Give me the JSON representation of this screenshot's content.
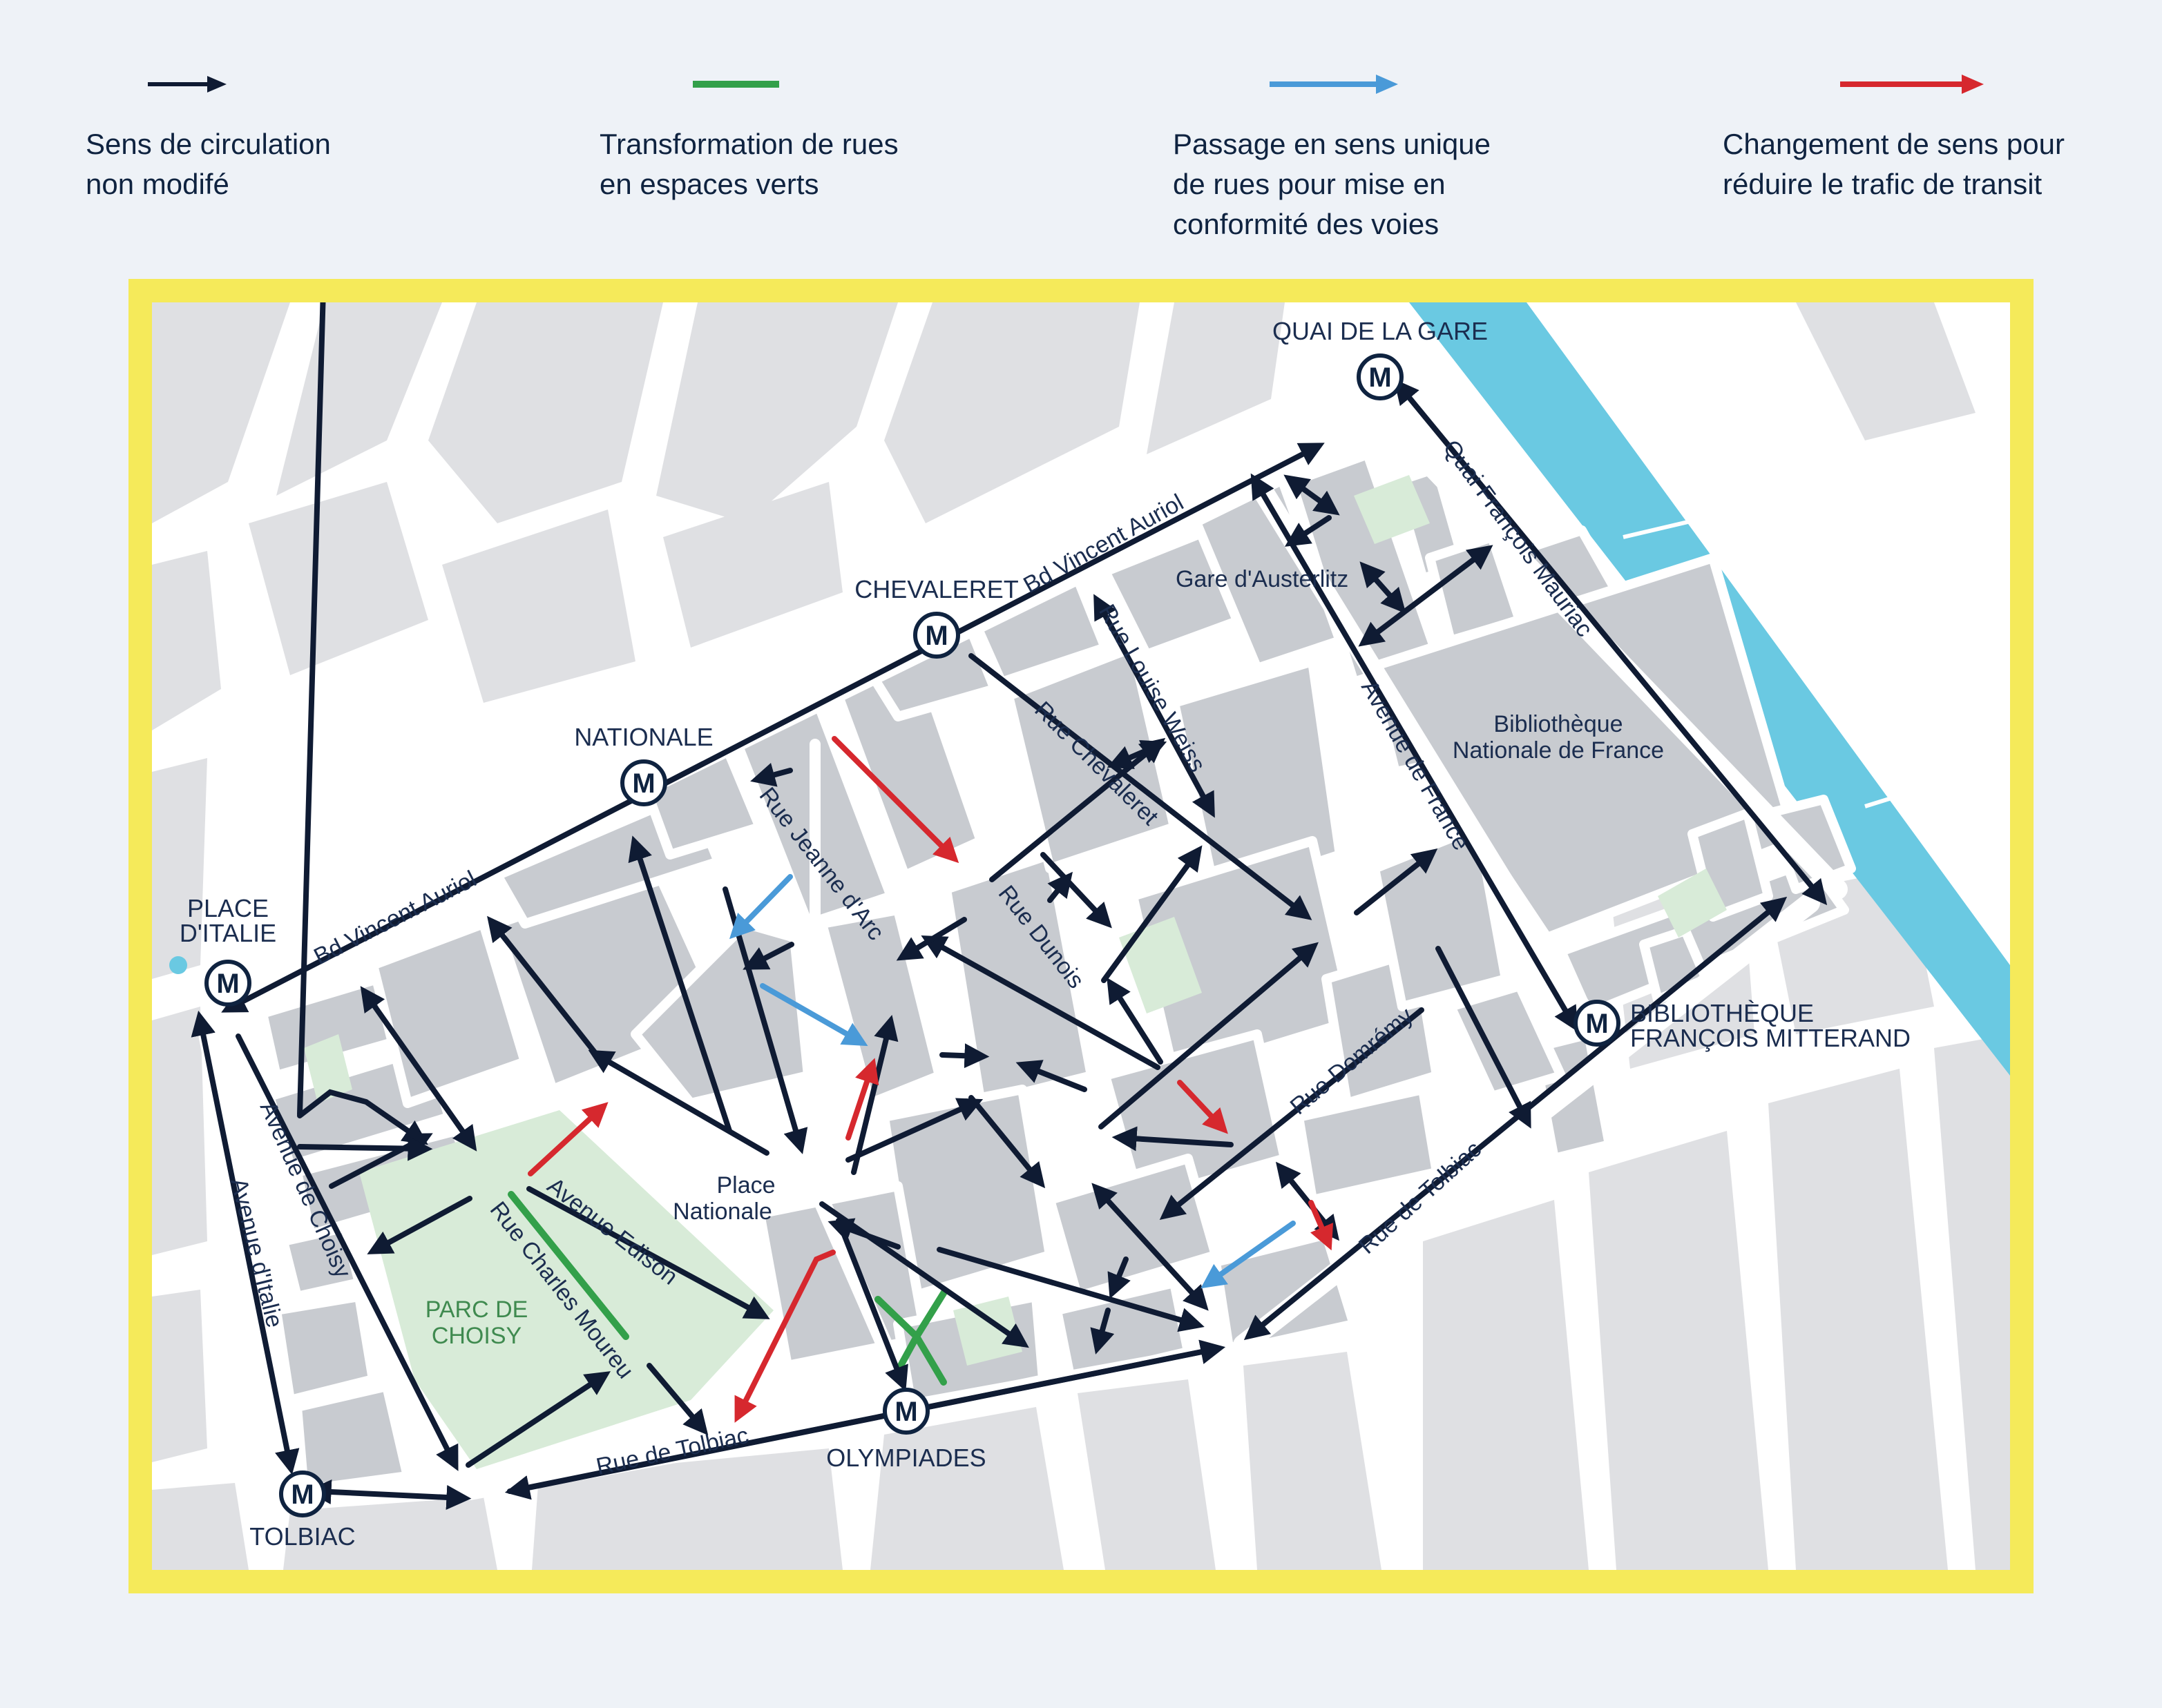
{
  "legend": [
    {
      "id": "black",
      "color": "#0f1b33",
      "text": "Sens de circulation\nnon modifé"
    },
    {
      "id": "green",
      "color": "#33a04a",
      "text": "Transformation de rues\nen espaces verts"
    },
    {
      "id": "blue",
      "color": "#4a9ad8",
      "text": "Passage en sens unique\nde rues pour mise en\nconformité des voies"
    },
    {
      "id": "red",
      "color": "#d6282e",
      "text": "Changement de sens pour\nréduire le trafic de transit"
    }
  ],
  "colors": {
    "frame": "#f5ea5a",
    "river": "#6ac9e2",
    "block": "#c8cbd0",
    "street": "#ffffff",
    "park": "#d8ebd8",
    "black_arrow": "#0f1b33",
    "green_line": "#33a04a",
    "blue_arrow": "#4a9ad8",
    "red_arrow": "#d6282e"
  },
  "metro": {
    "symbol": "M",
    "stations": {
      "quai_de_la_gare": "QUAI DE LA GARE",
      "chevaleret": "CHEVALERET",
      "nationale": "NATIONALE",
      "place_italie_1": "PLACE",
      "place_italie_2": "D'ITALIE",
      "bibliotheque_1": "BIBLIOTHÈQUE",
      "bibliotheque_2": "FRANÇOIS MITTERAND",
      "olympiades": "OLYMPIADES",
      "tolbiac": "TOLBIAC"
    }
  },
  "streets": {
    "bd_vincent_auriol_top": "Bd Vincent Auriol",
    "bd_vincent_auriol_left": "Bd Vincent Auriol",
    "gare_austerlitz": "Gare d'Austerlitz",
    "quai_mauriac": "Quai François Mauriac",
    "rue_louise_weiss": "Rue Louise Weiss",
    "rue_chevaleret": "Rue Chevaleret",
    "avenue_de_france": "Avenue de France",
    "rue_jeanne_darc": "Rue Jeanne d'Arc",
    "rue_dunois": "Rue Dunois",
    "rue_domremy": "Rue Domrémy",
    "rue_de_tolbiac_right": "Rue de Tolbiac",
    "rue_de_tolbiac_left": "Rue de Tolbiac",
    "avenue_edison": "Avenue Edison",
    "rue_charles_moureu": "Rue Charles Moureu",
    "avenue_de_choisy": "Avenue de Choisy",
    "avenue_italie": "Avenue d'Italie"
  },
  "places": {
    "bnf_1": "Bibliothèque",
    "bnf_2": "Nationale de France",
    "place_nationale_1": "Place",
    "place_nationale_2": "Nationale",
    "parc_1": "PARC DE",
    "parc_2": "CHOISY"
  }
}
